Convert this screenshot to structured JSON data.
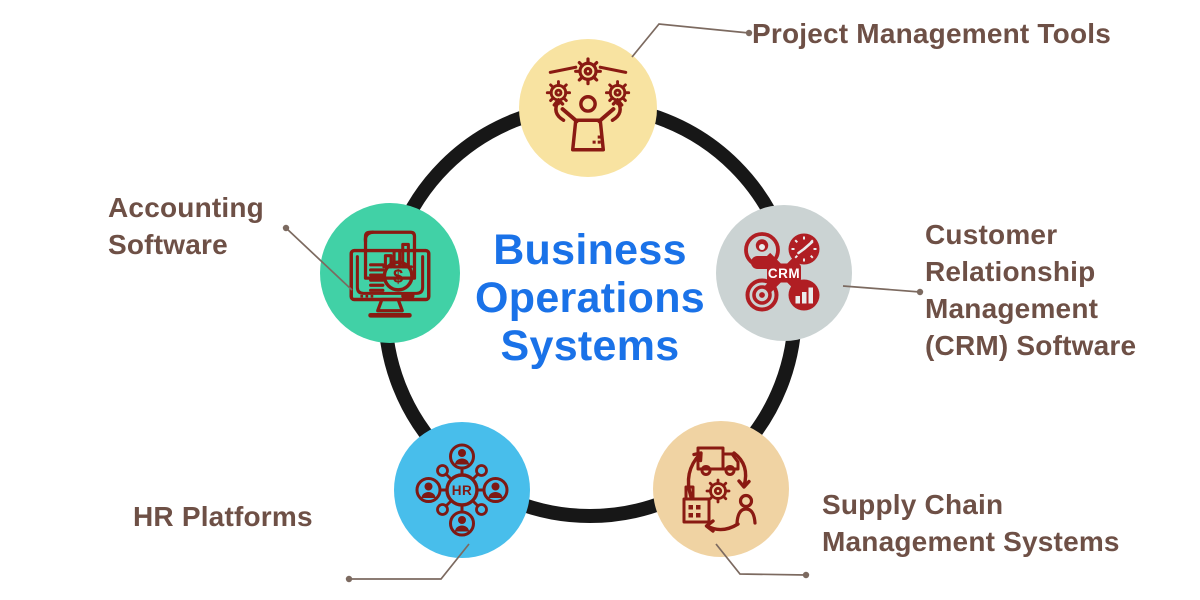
{
  "title": {
    "full": "Business Operations Systems",
    "lines": [
      "Business",
      "Operations",
      "Systems"
    ],
    "color": "#1A72E8"
  },
  "colors": {
    "background": "#FFFFFF",
    "ring": "#171717",
    "connector_line": "#7C6A60",
    "label_text": "#6E5046",
    "icon_outline_red": "#8A1A12",
    "icon_filled_red": "#B01E23"
  },
  "nodes": [
    {
      "id": "project-management",
      "name": "Project Management Tools",
      "label_lines": [
        "Project Management Tools"
      ],
      "circle_color": "#F8E3A1",
      "icon": "gears-person-icon"
    },
    {
      "id": "crm",
      "name": "Customer Relationship Management (CRM) Software",
      "label_lines": [
        "Customer",
        "Relationship",
        "Management",
        "(CRM) Software"
      ],
      "circle_color": "#CBD3D3",
      "icon": "crm-cluster-icon",
      "icon_text": "CRM"
    },
    {
      "id": "supply-chain",
      "name": "Supply Chain Management Systems",
      "label_lines": [
        "Supply Chain",
        "Management Systems"
      ],
      "circle_color": "#F0D3A3",
      "icon": "supply-chain-cycle-icon"
    },
    {
      "id": "hr-platforms",
      "name": "HR Platforms",
      "label_lines": [
        "HR Platforms"
      ],
      "circle_color": "#48BEEB",
      "icon": "hr-network-icon",
      "icon_text": "HR"
    },
    {
      "id": "accounting",
      "name": "Accounting Software",
      "label_lines": [
        "Accounting",
        "Software"
      ],
      "circle_color": "#41D1A6",
      "icon": "accounting-monitor-icon",
      "icon_text": "$"
    }
  ]
}
